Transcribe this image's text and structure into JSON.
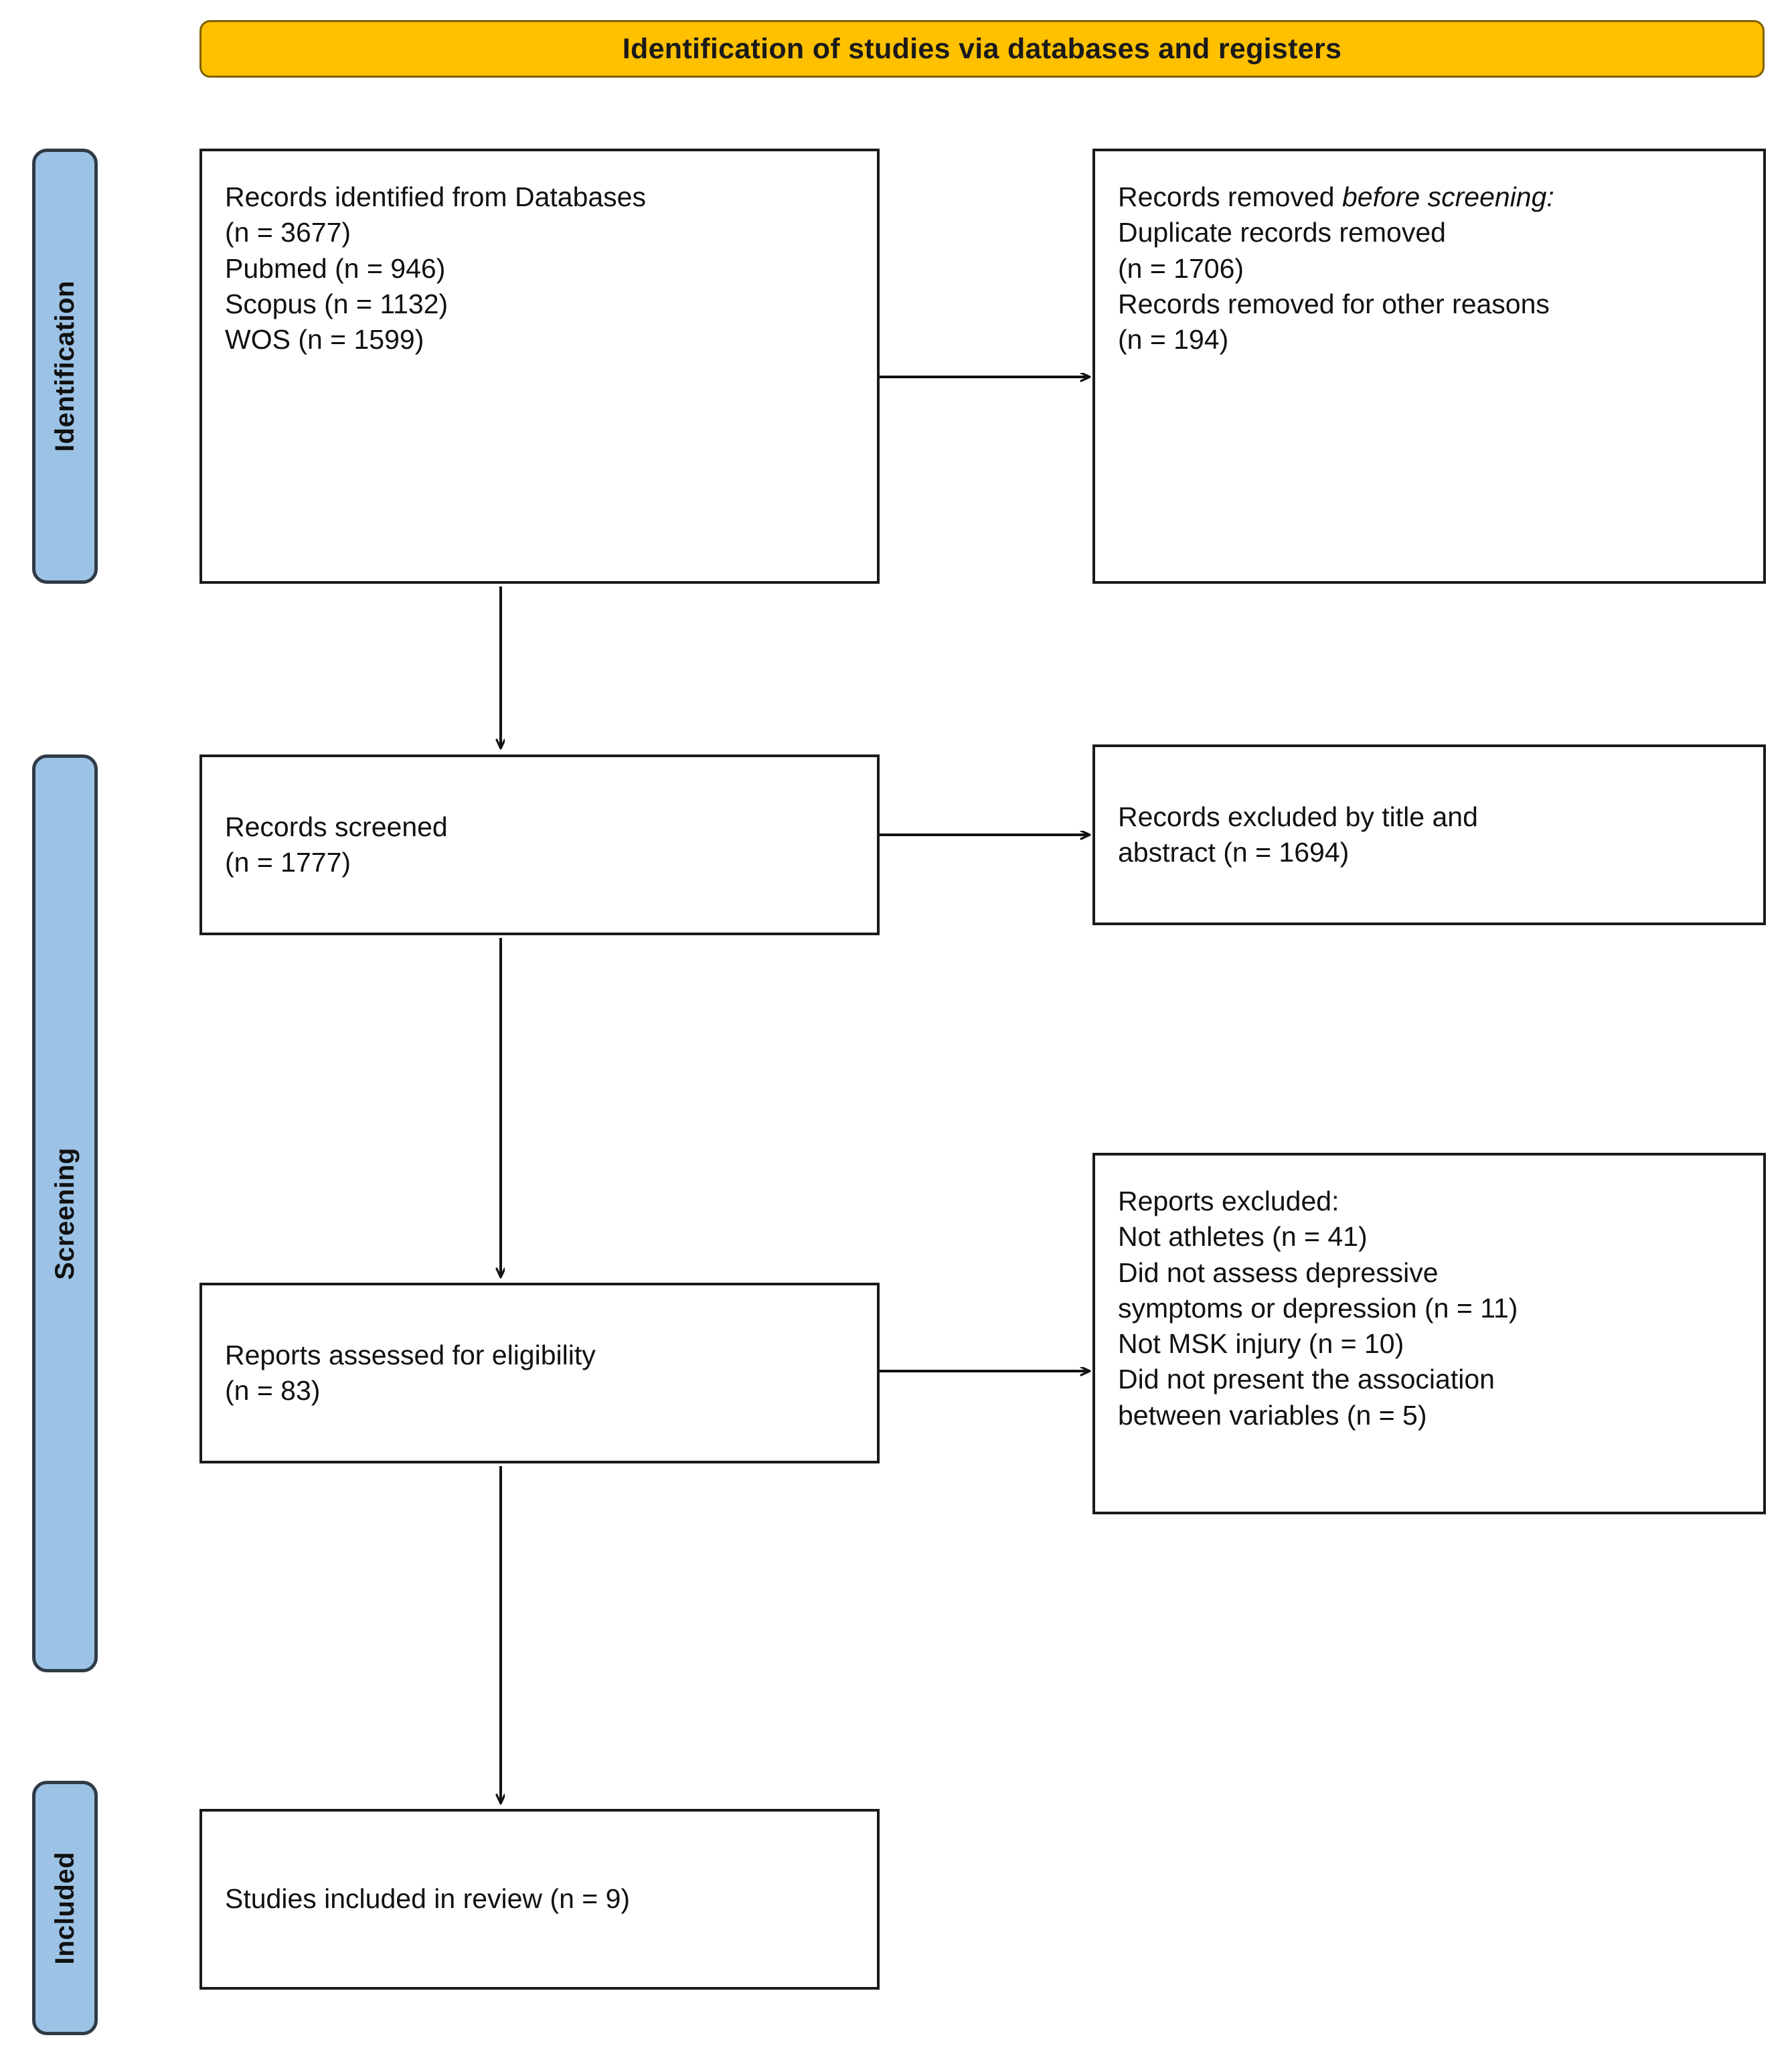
{
  "header": {
    "title": "Identification of studies via databases and registers",
    "bg_color": "#FFC000",
    "border_color": "#7F6000"
  },
  "stages": {
    "bar_color": "#9CC3E5",
    "bar_border_color": "#2F3B47",
    "identification": "Identification",
    "screening": "Screening",
    "included": "Included"
  },
  "boxes": {
    "identified": "Records identified from Databases\n(n = 3677)\nPubmed (n = 946)\nScopus (n = 1132)\nWOS (n = 1599)",
    "removed_line1_a": "Records removed ",
    "removed_line1_b": "before screening:",
    "removed_rest": "Duplicate records removed\n(n = 1706)\nRecords removed for other reasons\n(n = 194)",
    "screened": "Records screened\n(n = 1777)",
    "excluded_title_abstract": "Records excluded by title and\nabstract (n = 1694)",
    "assessed": "Reports assessed for eligibility\n(n = 83)",
    "reports_excluded": "Reports excluded:\nNot athletes (n = 41)\nDid not assess depressive\nsymptoms or depression (n = 11)\nNot MSK injury (n = 10)\nDid not present the association\nbetween variables (n = 5)",
    "included": "Studies included in review (n = 9)"
  },
  "flow": {
    "arrow_color": "#111111",
    "arrow_identified_to_removed": "horizontal",
    "arrow_identified_to_screened": "vertical",
    "arrow_screened_to_excluded": "horizontal",
    "arrow_screened_to_assessed": "vertical",
    "arrow_assessed_to_reports_excluded": "horizontal",
    "arrow_assessed_to_included": "vertical"
  },
  "chart_data": {
    "type": "table",
    "title": "Identification of studies via databases and registers",
    "categories": [
      "Records identified from Databases",
      "Pubmed",
      "Scopus",
      "WOS",
      "Duplicate records removed",
      "Records removed for other reasons",
      "Records screened",
      "Records excluded by title and abstract",
      "Reports assessed for eligibility",
      "Not athletes",
      "Did not assess depressive symptoms or depression",
      "Not MSK injury",
      "Did not present the association between variables",
      "Studies included in review"
    ],
    "values": [
      3677,
      946,
      1132,
      1599,
      1706,
      194,
      1777,
      1694,
      83,
      41,
      11,
      10,
      5,
      9
    ]
  }
}
